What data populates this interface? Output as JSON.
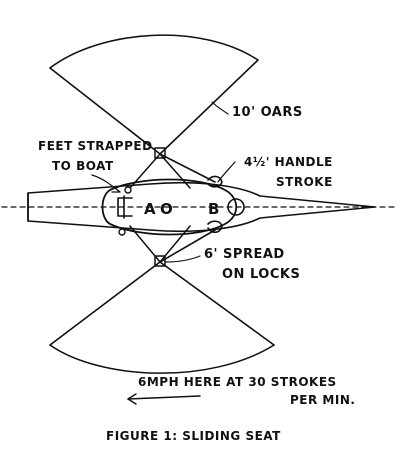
{
  "labels": {
    "oars": "10' OARS",
    "feet_line1": "FEET STRAPPED",
    "feet_line2": "TO BOAT",
    "handle_line1": "4½' HANDLE",
    "handle_line2": "STROKE",
    "spread_line1": "6' SPREAD",
    "spread_line2": "ON LOCKS",
    "speed_line1": "6MPH HERE AT 30 STROKES",
    "speed_line2": "PER MIN.",
    "point_a": "A",
    "point_o": "O",
    "point_b": "B",
    "caption": "FIGURE 1: SLIDING SEAT"
  }
}
